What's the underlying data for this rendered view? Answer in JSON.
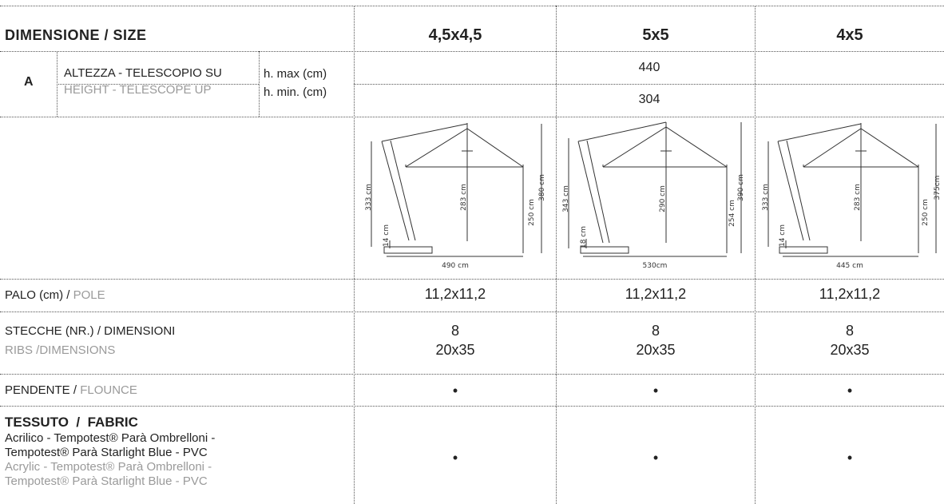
{
  "header": {
    "title_it": "DIMENSIONE",
    "title_sep": " / ",
    "title_en": "SIZE",
    "sizes": [
      "4,5x4,5",
      "5x5",
      "4x5"
    ]
  },
  "row_a": {
    "letter": "A",
    "label_it": "ALTEZZA - TELESCOPIO SU",
    "label_en": "HEIGHT - TELESCOPE UP",
    "hmax_label": "h. max (cm)",
    "hmin_label": "h. min. (cm)",
    "hmax_value": "440",
    "hmin_value": "304"
  },
  "drawings": [
    {
      "left_height": "333 cm",
      "base_height": "14 cm",
      "pole_height": "283 cm",
      "inner_height": "250 cm",
      "total_height": "380 cm",
      "width": "490 cm"
    },
    {
      "left_height": "343 cm",
      "base_height": "18 cm",
      "pole_height": "290 cm",
      "inner_height": "254 cm",
      "total_height": "390 cm",
      "width": "530cm"
    },
    {
      "left_height": "333 cm",
      "base_height": "14 cm",
      "pole_height": "283 cm",
      "inner_height": "250 cm",
      "total_height": "375cm",
      "width": "445 cm"
    }
  ],
  "pole": {
    "label_it": "PALO (cm)",
    "sep": " / ",
    "label_en": "POLE",
    "values": [
      "11,2x11,2",
      "11,2x11,2",
      "11,2x11,2"
    ]
  },
  "ribs": {
    "label_it": "STECCHE (NR.) / DIMENSIONI",
    "label_en": "RIBS /DIMENSIONS",
    "counts": [
      "8",
      "8",
      "8"
    ],
    "dims": [
      "20x35",
      "20x35",
      "20x35"
    ]
  },
  "flounce": {
    "label_it": "PENDENTE",
    "sep": " / ",
    "label_en": "FLOUNCE",
    "values": [
      "•",
      "•",
      "•"
    ]
  },
  "fabric": {
    "title": "TESSUTO  /  FABRIC",
    "it_line1": "Acrilico - Tempotest® Parà Ombrelloni -",
    "it_line2": "Tempotest® Parà Starlight Blue - PVC",
    "en_line1": "Acrylic - Tempotest® Parà Ombrelloni -",
    "en_line2": "Tempotest® Parà Starlight Blue - PVC",
    "values": [
      "•",
      "•",
      "•"
    ]
  }
}
